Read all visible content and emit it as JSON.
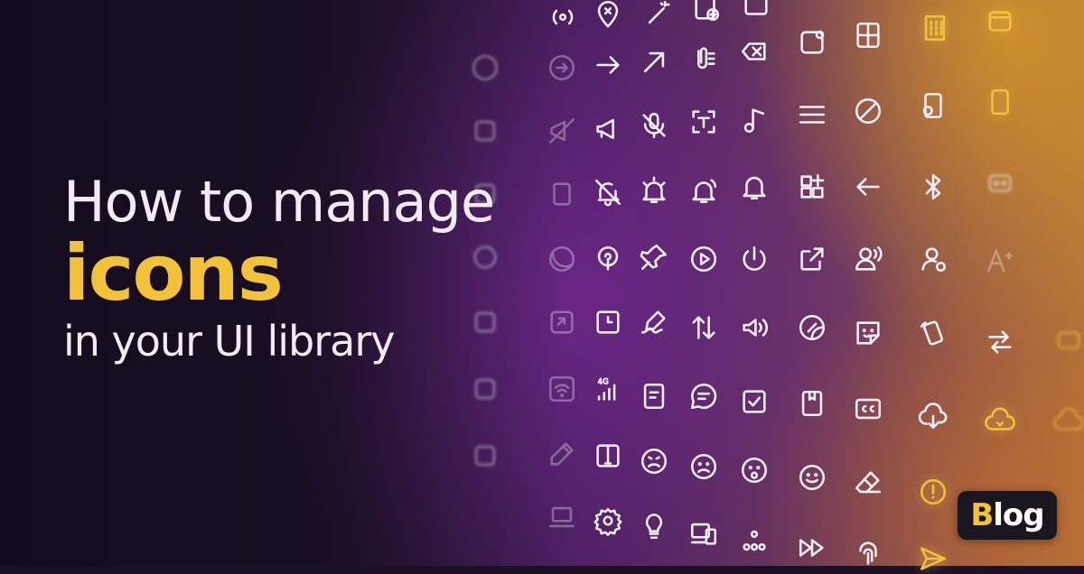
{
  "headline": {
    "line1": "How to manage",
    "line2": "icons",
    "line3": "in your UI library"
  },
  "badge": {
    "first_letter": "B",
    "rest": "log"
  },
  "colors": {
    "accent": "#f2c23a",
    "text": "#f4eaf6",
    "background_dark": "#1c1226",
    "background_purple": "#4a1f5e",
    "background_orange": "#b0703a"
  },
  "icons": [
    "wifi-circle-icon",
    "map-pin-x-icon",
    "magic-wand-icon",
    "add-doc-icon",
    "edit-doc-icon",
    "arrow-circle-right-icon",
    "arrow-right-icon",
    "arrow-up-right-icon",
    "attachment-text-icon",
    "backspace-icon",
    "app-notification-icon",
    "layout-grid-icon",
    "building-icon",
    "megaphone-off-icon",
    "megaphone-icon",
    "mic-off-icon",
    "scan-text-icon",
    "music-note-icon",
    "menu-icon",
    "block-icon",
    "phone-info-icon",
    "tablet-icon",
    "bell-off-icon",
    "alarm-bell-icon",
    "bell-ring-icon",
    "bell-icon",
    "apps-add-icon",
    "arrow-left-icon",
    "bluetooth-icon",
    "robot-icon",
    "ball-icon",
    "rocket-pin-icon",
    "pin-icon",
    "play-circle-icon",
    "power-icon",
    "external-link-icon",
    "person-voice-icon",
    "person-support-icon",
    "text-size-icon",
    "share-icon",
    "clock-square-icon",
    "signature-icon",
    "arrow-up-down-icon",
    "speaker-icon",
    "sticker-icon",
    "emoji-sticker-icon",
    "phone-rotate-icon",
    "arrows-swap-icon",
    "wifi-icon",
    "signal-4g-icon",
    "note-icon",
    "chat-icon",
    "checkbox-icon",
    "bookmark-doc-icon",
    "closed-caption-icon",
    "cloud-download-icon",
    "cloud-sync-icon",
    "pen-icon",
    "tablet-split-icon",
    "angry-face-icon",
    "sad-face-icon",
    "surprised-face-icon",
    "smile-face-icon",
    "eraser-icon",
    "alert-circle-icon",
    "laptop-icon",
    "settings-icon",
    "lightbulb-icon",
    "devices-icon",
    "dots-icon",
    "fast-forward-icon",
    "fingerprint-icon",
    "send-icon"
  ]
}
